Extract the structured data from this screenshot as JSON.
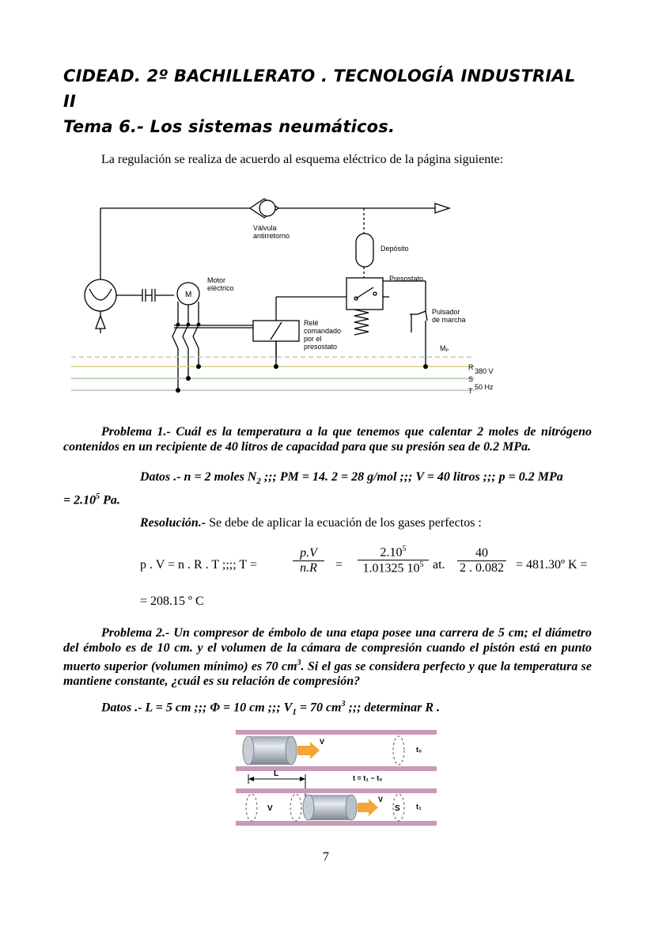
{
  "header": {
    "line1": "CIDEAD. 2º BACHILLERATO . TECNOLOGÍA INDUSTRIAL",
    "line2": "II",
    "line3": "Tema 6.- Los sistemas neumáticos."
  },
  "intro": "La regulación se realiza de acuerdo al esquema eléctrico de la página siguiente:",
  "diagram1": {
    "valve_label_1": "Válvula",
    "valve_label_2": "antirretorno",
    "tank_label": "Depósito",
    "pressure_switch_label": "Presostato",
    "motor_label_1": "Motor",
    "motor_label_2": "eléctrico",
    "motor_symbol": "M",
    "relay_label_1": "Relé",
    "relay_label_2": "comandado",
    "relay_label_3": "por el",
    "relay_label_4": "presostato",
    "button_label_1": "Pulsador",
    "button_label_2": "de marcha",
    "mp_label": "Mₚ",
    "line_r": "R",
    "line_s": "S",
    "line_t": "T",
    "voltage": "380 V",
    "frequency": "50 Hz"
  },
  "problem1": {
    "statement": "Problema 1.- Cuál es la temperatura a la que tenemos que calentar 2 moles de nitrógeno contenidos en un recipiente de 40 litros de capacidad para que su presión sea de 0.2 MPa.",
    "datos_a": "Datos .-  n = 2 moles N",
    "datos_sub": "2",
    "datos_b": " ;;; PM = 14. 2 = 28 g/mol ;;; V = 40 litros ;;; p = 0.2 MPa",
    "datos_c": "= 2.10",
    "datos_sup": "5",
    "datos_d": "  Pa.",
    "resolucion_label": "Resolución.-",
    "resolucion_text": " Se debe de aplicar la ecuación de los gases perfectos :",
    "eq_left": "p . V = n . R . T  ;;;;   T =",
    "frac1_num": "p.V",
    "frac1_den": "n.R",
    "eq_equals": "=",
    "frac2_num": "2.10",
    "frac2_num_sup": "5",
    "frac2_den": "1.01325 10",
    "frac2_den_sup": "5",
    "eq_at": "at.",
    "frac3_num": "40",
    "frac3_den": "2 . 0.082",
    "eq_result": "= 481.30º K =",
    "eq_celsius": "= 208.15 º C"
  },
  "problem2": {
    "statement_a": "Problema 2.- Un compresor de émbolo de una etapa posee una carrera de 5 cm; el diámetro del émbolo es de 10 cm. y el volumen de la cámara de compresión cuando el pistón está en punto muerto superior (volumen mínimo) es 70 cm",
    "statement_sup": "3",
    "statement_b": ". Si el gas se considera perfecto y que la temperatura se mantiene constante, ¿cuál es su relación de compresión?",
    "datos_a": "Datos .- L = 5 cm  ;;; Φ = 10 cm ;;;  V",
    "datos_sub": "1",
    "datos_b": " = 70 cm",
    "datos_sup": "3",
    "datos_c": " ;;; determinar R ."
  },
  "diagram2": {
    "v_top": "V",
    "t0": "t₀",
    "l_label": "L",
    "t_eq": "t = t₁ − t₀",
    "v_left": "V",
    "v_bottom": "V",
    "s_label": "S",
    "t1": "t₁"
  },
  "page_number": "7"
}
